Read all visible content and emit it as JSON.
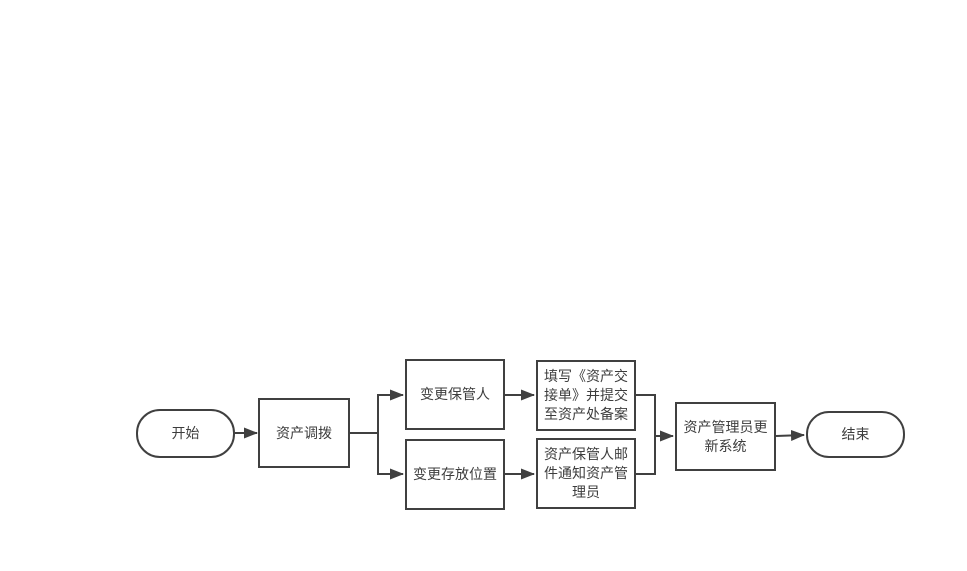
{
  "diagram": {
    "type": "flowchart",
    "background_color": "#ffffff",
    "stroke_color": "#404040",
    "text_color": "#3d3d3d",
    "nodes": {
      "start": {
        "type": "terminator",
        "label": "开始"
      },
      "transfer": {
        "type": "process",
        "label": "资产调拨"
      },
      "custodian": {
        "type": "process",
        "label": "变更保管人"
      },
      "location": {
        "type": "process",
        "label": "变更存放位置"
      },
      "fillform": {
        "type": "process",
        "label": "填写《资产交接单》并提交至资产处备案"
      },
      "email": {
        "type": "process",
        "label": "资产保管人邮件通知资产管理员"
      },
      "update": {
        "type": "process",
        "label": "资产管理员更新系统"
      },
      "end": {
        "type": "terminator",
        "label": "结束"
      }
    },
    "edges": [
      {
        "from": "start",
        "to": "transfer"
      },
      {
        "from": "transfer",
        "to": "custodian"
      },
      {
        "from": "transfer",
        "to": "location"
      },
      {
        "from": "custodian",
        "to": "fillform"
      },
      {
        "from": "location",
        "to": "email"
      },
      {
        "from": "fillform",
        "to": "update"
      },
      {
        "from": "email",
        "to": "update"
      },
      {
        "from": "update",
        "to": "end"
      }
    ]
  }
}
